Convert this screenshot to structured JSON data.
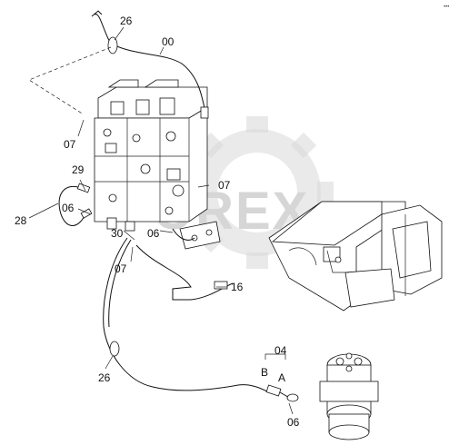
{
  "watermark": {
    "text": "OREX"
  },
  "corner_mark": "•••",
  "callouts": {
    "c26_top": "26",
    "c00": "00",
    "c07_left": "07",
    "c29": "29",
    "c07_right": "07",
    "c28": "28",
    "c06_left": "06",
    "c30": "30",
    "c06_mid": "06",
    "c07_bottom": "07",
    "c16": "16",
    "c04": "04",
    "portB": "B",
    "portA": "A",
    "c26_bottom": "26",
    "c06_bottom": "06"
  }
}
